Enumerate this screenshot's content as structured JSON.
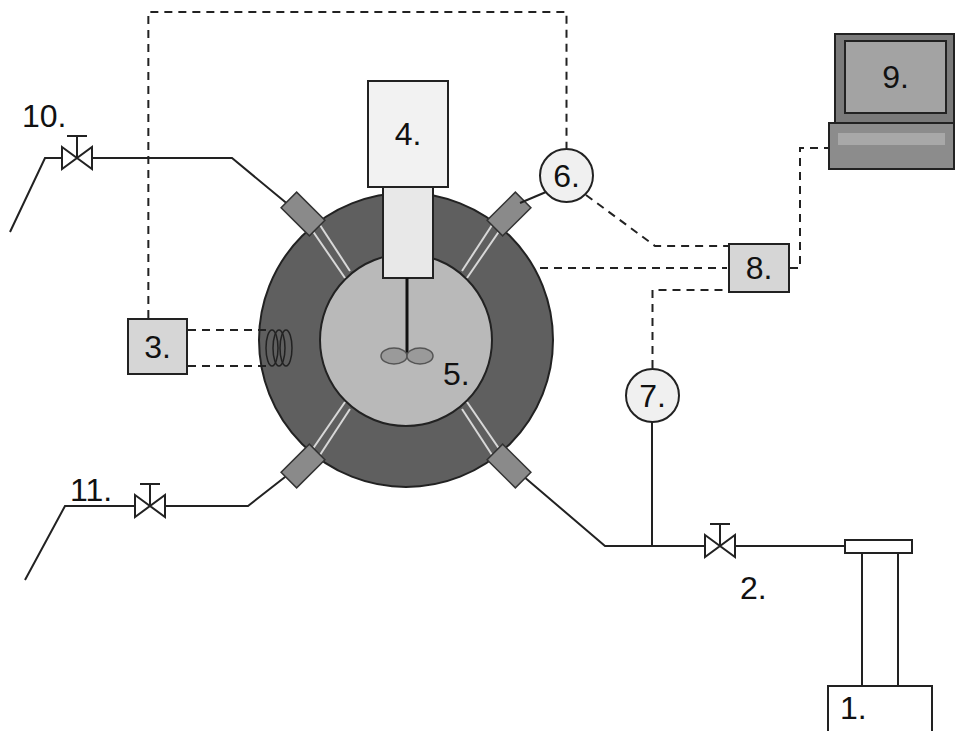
{
  "diagram": {
    "nodes": [
      {
        "text": [
          "9."
        ]
      },
      {
        "text": [
          "4."
        ]
      },
      {
        "text": [
          "6."
        ]
      },
      {
        "text": [
          "8."
        ]
      },
      {
        "text": [
          "3."
        ]
      },
      {
        "text": [
          "7."
        ]
      }
    ],
    "edges": [
      {
        "from": 4,
        "to": 2,
        "arrow": "none"
      },
      {
        "from": 2,
        "to": 3,
        "arrow": "none"
      },
      {
        "from": 5,
        "to": 3,
        "arrow": "none"
      },
      {
        "from": 3,
        "to": 0,
        "arrow": "none"
      }
    ],
    "labels": [
      "10.",
      "11.",
      "5.",
      "2.",
      "1."
    ]
  }
}
